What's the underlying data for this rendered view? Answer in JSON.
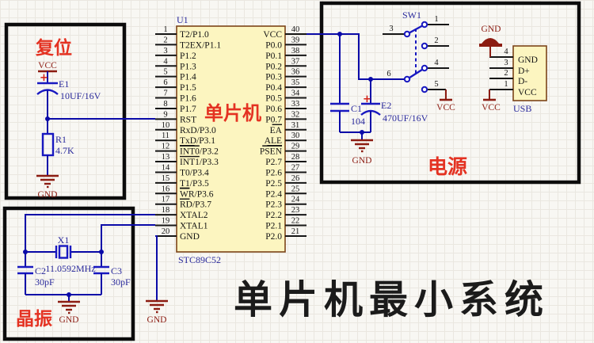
{
  "title": "单片机最小系统",
  "sections": {
    "mcu": {
      "ref": "U1",
      "part": "STC89C52",
      "overlay": "单片机",
      "gnd_label": "GND",
      "left_pins": [
        {
          "num": "1",
          "name": "T2/P1.0"
        },
        {
          "num": "2",
          "name": "T2EX/P1.1"
        },
        {
          "num": "3",
          "name": "P1.2"
        },
        {
          "num": "4",
          "name": "P1.3"
        },
        {
          "num": "5",
          "name": "P1.4"
        },
        {
          "num": "6",
          "name": "P1.5"
        },
        {
          "num": "7",
          "name": "P1.6"
        },
        {
          "num": "8",
          "name": "P1.7"
        },
        {
          "num": "9",
          "name": "RST"
        },
        {
          "num": "10",
          "name": "RxD/P3.0"
        },
        {
          "num": "11",
          "name": "TxD/P3.1",
          "bar": "TxD",
          "bar_side": "under"
        },
        {
          "num": "12",
          "name": "INT0/P3.2",
          "bar": "INT0",
          "bar_side": "over"
        },
        {
          "num": "13",
          "name": "INT1/P3.3",
          "bar": "INT1",
          "bar_side": "over"
        },
        {
          "num": "14",
          "name": "T0/P3.4"
        },
        {
          "num": "15",
          "name": "T1/P3.5",
          "bar": "T1",
          "bar_side": "under"
        },
        {
          "num": "16",
          "name": "WR/P3.6",
          "bar": "WR",
          "bar_side": "over"
        },
        {
          "num": "17",
          "name": "RD/P3.7",
          "bar": "RD",
          "bar_side": "over"
        },
        {
          "num": "18",
          "name": "XTAL2"
        },
        {
          "num": "19",
          "name": "XTAL1"
        },
        {
          "num": "20",
          "name": "GND"
        }
      ],
      "right_pins": [
        {
          "num": "40",
          "name": "VCC"
        },
        {
          "num": "39",
          "name": "P0.0"
        },
        {
          "num": "38",
          "name": "P0.1"
        },
        {
          "num": "37",
          "name": "P0.2"
        },
        {
          "num": "36",
          "name": "P0.3"
        },
        {
          "num": "35",
          "name": "P0.4"
        },
        {
          "num": "34",
          "name": "P0.5"
        },
        {
          "num": "33",
          "name": "P0.6"
        },
        {
          "num": "32",
          "name": "P0.7"
        },
        {
          "num": "31",
          "name": "EA",
          "bar": "EA",
          "bar_side": "over"
        },
        {
          "num": "30",
          "name": "ALE",
          "bar": "ALE",
          "bar_side": "under"
        },
        {
          "num": "29",
          "name": "PSEN",
          "bar": "PSEN",
          "bar_side": "over"
        },
        {
          "num": "28",
          "name": "P2.7"
        },
        {
          "num": "27",
          "name": "P2.6"
        },
        {
          "num": "26",
          "name": "P2.5"
        },
        {
          "num": "25",
          "name": "P2.4"
        },
        {
          "num": "24",
          "name": "P2.3"
        },
        {
          "num": "23",
          "name": "P2.2"
        },
        {
          "num": "22",
          "name": "P2.1"
        },
        {
          "num": "21",
          "name": "P2.0"
        }
      ]
    },
    "reset": {
      "label": "复位",
      "vcc_label": "VCC",
      "cap_ref": "E1",
      "cap_plus": "+",
      "cap_val": "10UF/16V",
      "res_ref": "R1",
      "res_val": "4.7K",
      "gnd_label": "GND"
    },
    "crystal": {
      "label": "晶振",
      "xtal_ref": "X1",
      "xtal_val": "11.0592MHz",
      "c2_ref": "C2",
      "c2_val": "30pF",
      "c3_ref": "C3",
      "c3_val": "30pF",
      "gnd_label": "GND"
    },
    "power": {
      "label": "电源",
      "switch_ref": "SW1",
      "sw_pins": [
        "3",
        "1",
        "2",
        "4",
        "6",
        "5"
      ],
      "sw_vcc_label": "VCC",
      "c1_ref": "C1",
      "c1_val": "104",
      "e2_ref": "E2",
      "e2_plus": "+",
      "e2_val": "470UF/16V",
      "gnd_label": "GND",
      "usb": {
        "ref": "USB",
        "gnd_label": "GND",
        "vcc_label": "VCC",
        "pin_numbers": [
          "4",
          "3",
          "2",
          "1"
        ],
        "pin_names": [
          "GND",
          "D+",
          "D-",
          "VCC"
        ]
      }
    }
  }
}
